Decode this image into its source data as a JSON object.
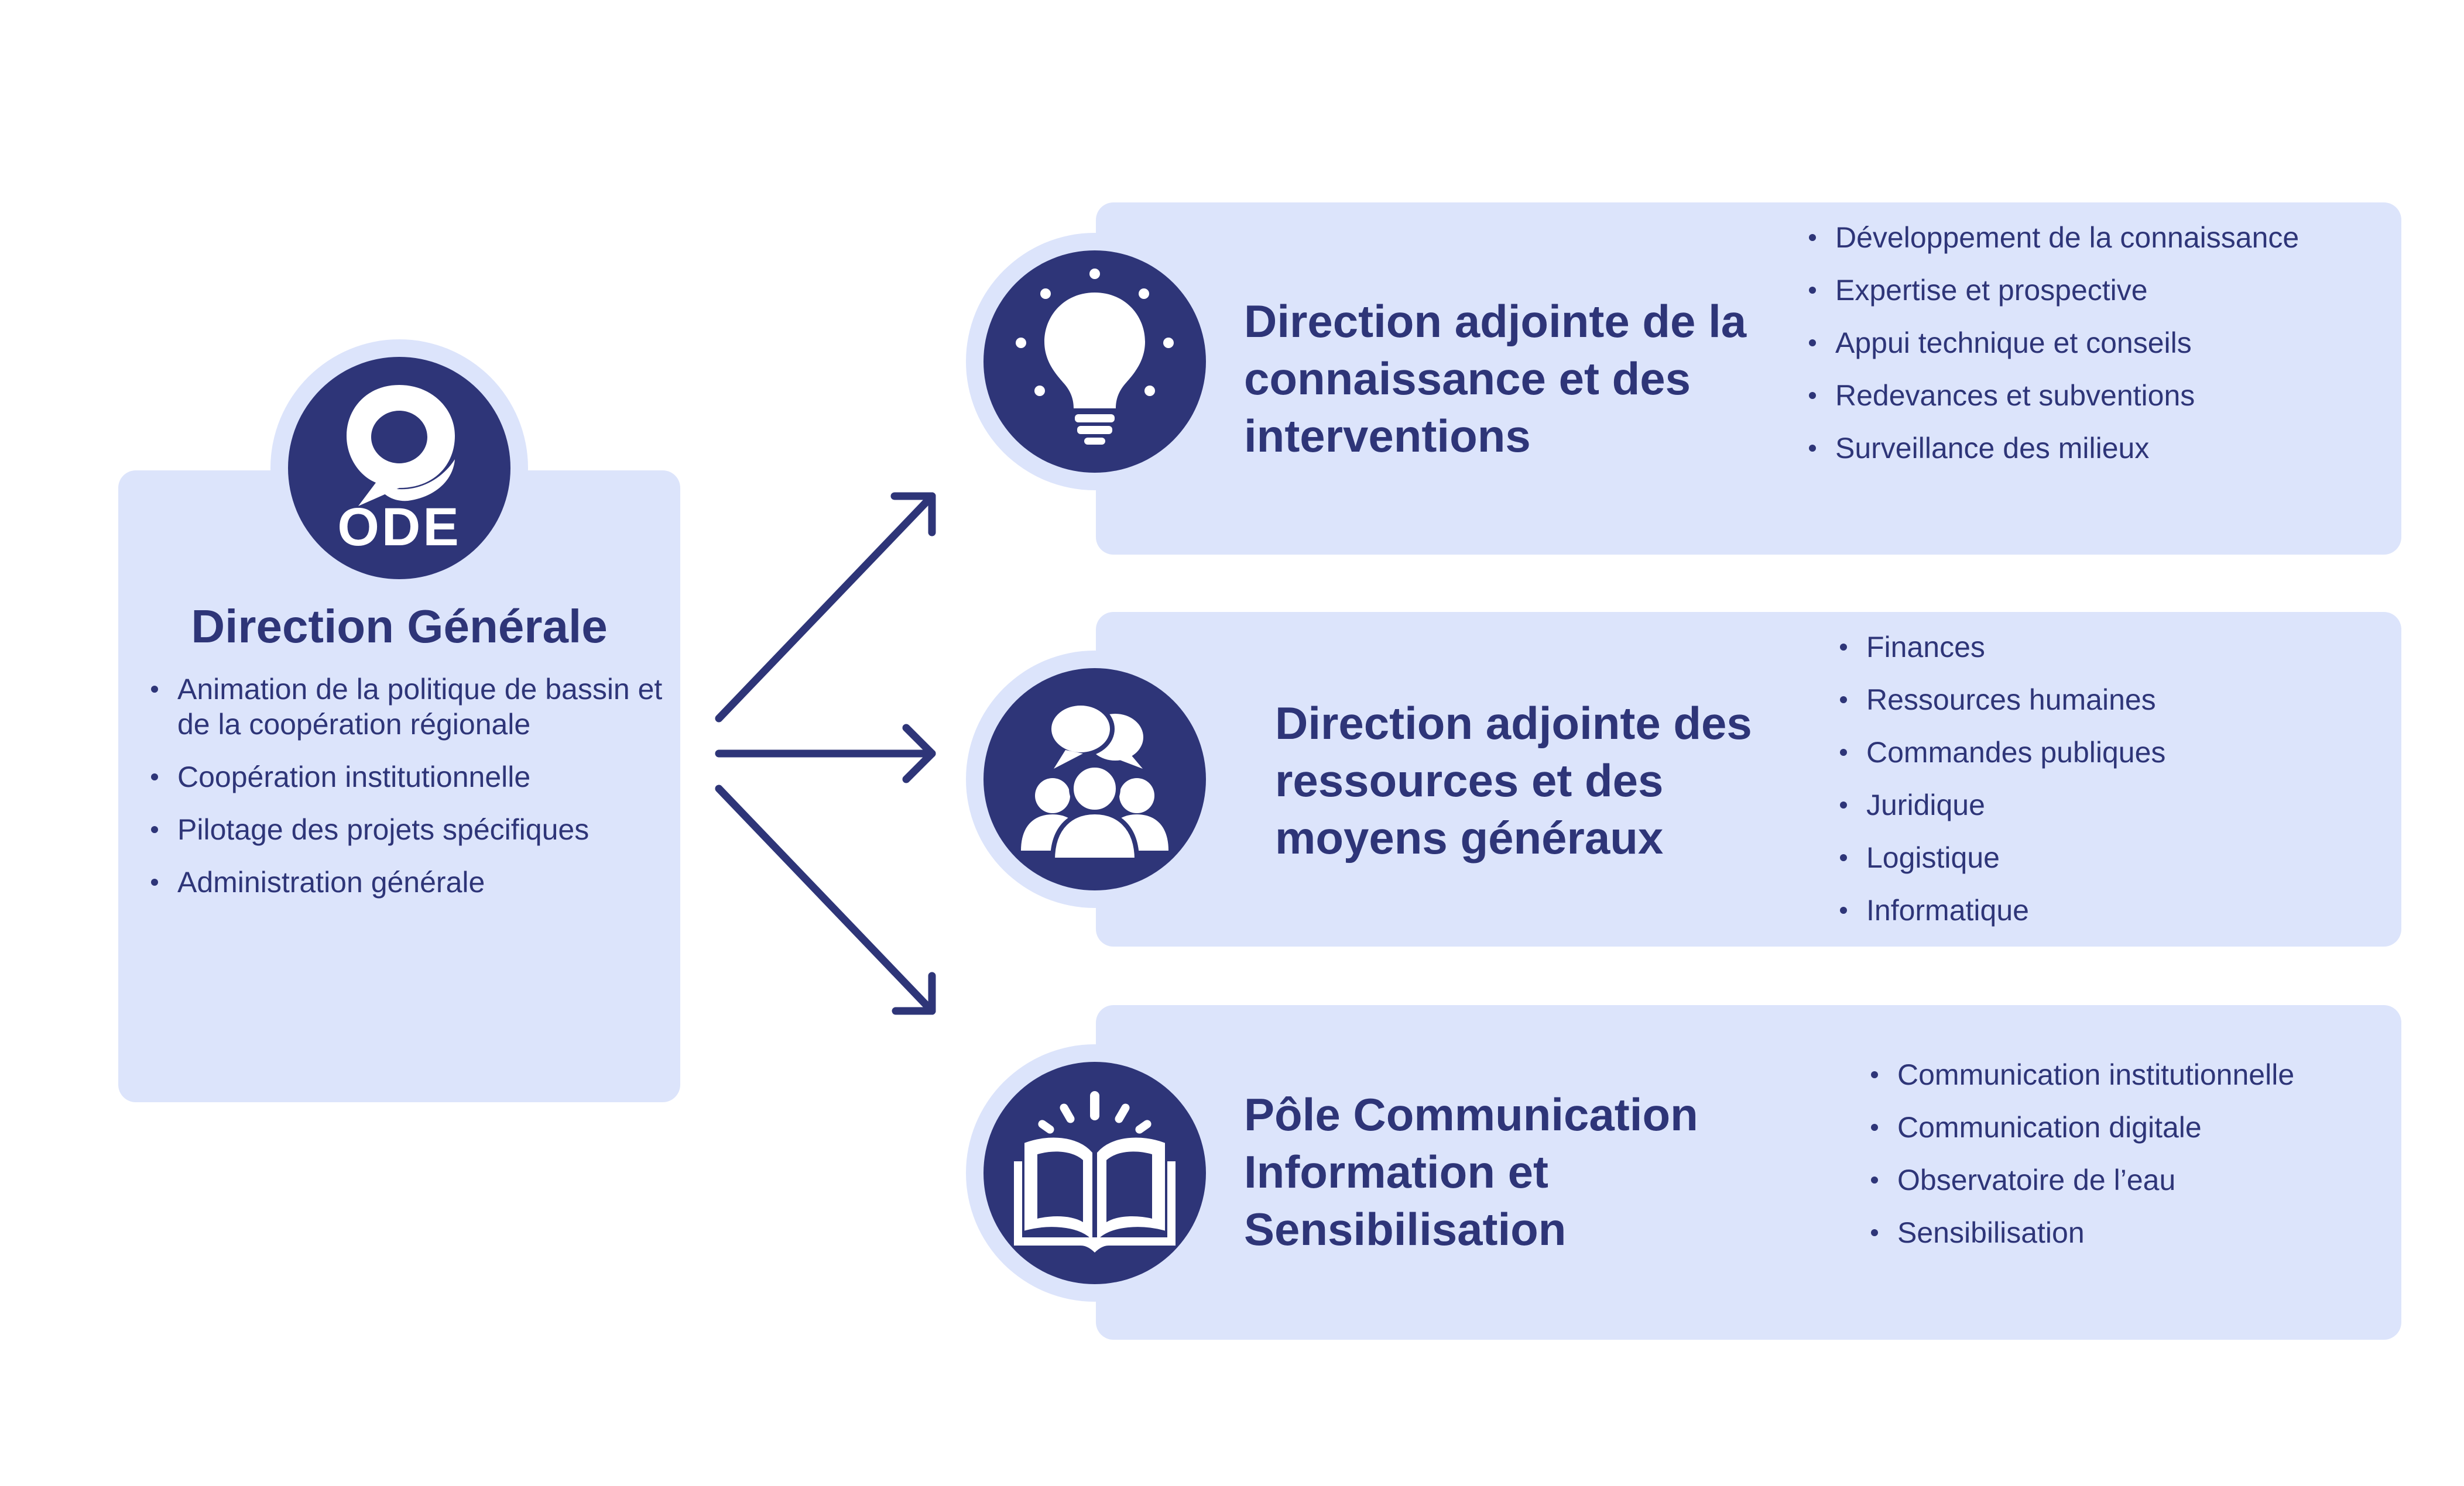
{
  "colors": {
    "navy": "#2e3578",
    "panel": "#dce4fb",
    "background": "#ffffff"
  },
  "general": {
    "logo_text": "ODE",
    "title": "Direction Générale",
    "items": [
      "Animation de la politique de bassin et de la coopération régionale",
      "Coopération institutionnelle",
      "Pilotage des projets spécifiques",
      "Administration générale"
    ]
  },
  "units": [
    {
      "icon": "lightbulb-icon",
      "title": "Direction adjointe de la connaissance et des interventions",
      "items": [
        "Développement de la connaissance",
        "Expertise et prospective",
        "Appui technique et conseils",
        "Redevances et subventions",
        "Surveillance des milieux"
      ]
    },
    {
      "icon": "team-chat-icon",
      "title": "Direction adjointe des ressources et des moyens généraux",
      "items": [
        "Finances",
        "Ressources humaines",
        "Commandes publiques",
        "Juridique",
        "Logistique",
        "Informatique"
      ]
    },
    {
      "icon": "open-book-icon",
      "title": "Pôle Communication Information et Sensibilisation",
      "items": [
        "Communication institutionnelle",
        "Communication digitale",
        "Observatoire de l’eau",
        "Sensibilisation"
      ]
    }
  ]
}
